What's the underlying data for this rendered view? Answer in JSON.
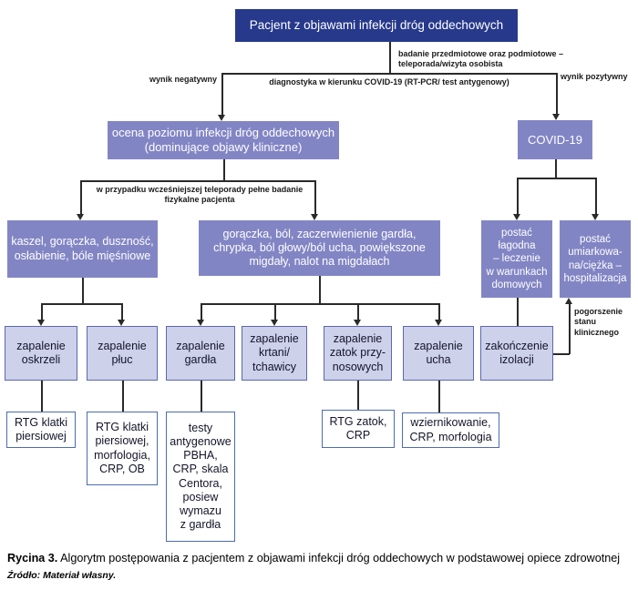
{
  "nodes": {
    "patient": {
      "text": "Pacjent z objawami infekcji dróg oddechowych"
    },
    "ocena": {
      "text": "ocena poziomu infekcji dróg oddechowych\n(dominujące objawy kliniczne)"
    },
    "covid": {
      "text": "COVID-19"
    },
    "symptoms_dolne": {
      "text": "kaszel, gorączka, duszność,\nosłabienie, bóle mięśniowe"
    },
    "symptoms_gorne": {
      "text": "gorączka, ból, zaczerwienienie gardła,\nchrypka, ból głowy/ból ucha, powiększone\nmigdały, nalot na migdałach"
    },
    "postac_lagodna": {
      "text": "postać\nłagodna\n– leczenie\nw warunkach\ndomowych"
    },
    "postac_ciezka": {
      "text": "postać\numiarkowa-\nna/ciężka –\nhospitalizacja"
    },
    "zakonczenie": {
      "text": "zakończenie\nizolacji"
    },
    "oskrzeli": {
      "text": "zapalenie\noskrzeli"
    },
    "pluc": {
      "text": "zapalenie\npłuc"
    },
    "gardla": {
      "text": "zapalenie\ngardła"
    },
    "krtani": {
      "text": "zapalenie\nkrtani/\ntchawicy"
    },
    "zatok": {
      "text": "zapalenie\nzatok przy-\nnosowych"
    },
    "ucha": {
      "text": "zapalenie\nucha"
    },
    "rtg_klatki": {
      "text": "RTG klatki\npiersiowej"
    },
    "rtg_klatki_morf": {
      "text": "RTG klatki\npiersiowej,\nmorfologia,\nCRP, OB"
    },
    "testy": {
      "text": "testy\nantygenowe\nPBHA,\nCRP, skala\nCentora,\nposiew\nwymazu\nz gardła"
    },
    "rtg_zatok": {
      "text": "RTG zatok,\nCRP"
    },
    "wziernikowanie": {
      "text": "wziernikowanie,\nCRP, morfologia"
    }
  },
  "edge_labels": {
    "badanie": "badanie przedmiotowe oraz podmiotowe –\nteleporada/wizyta osobista",
    "wynik_negatywny": "wynik negatywny",
    "diagnostyka": "diagnostyka w kierunku COVID-19 (RT-PCR/ test antygenowy)",
    "wynik_pozytywny": "wynik pozytywny",
    "teleporada": "w przypadku wcześniejszej teleporady pełne badanie\nfizykalne pacjenta",
    "pogorszenie": "pogorszenie\nstanu\nklinicznego"
  },
  "caption": {
    "label": "Rycina 3.",
    "text": " Algorytm postępowania z pacjentem z objawami infekcji dróg oddechowych w podstawowej opiece zdrowotnej",
    "source": "Źródło: Materiał własny."
  },
  "colors": {
    "navy": "#27398b",
    "purple": "#8285c4",
    "light_fill": "#cdd1ea",
    "light_border": "#5c68ae",
    "white_border": "#4c6cb0",
    "line": "#2a2a2a"
  }
}
